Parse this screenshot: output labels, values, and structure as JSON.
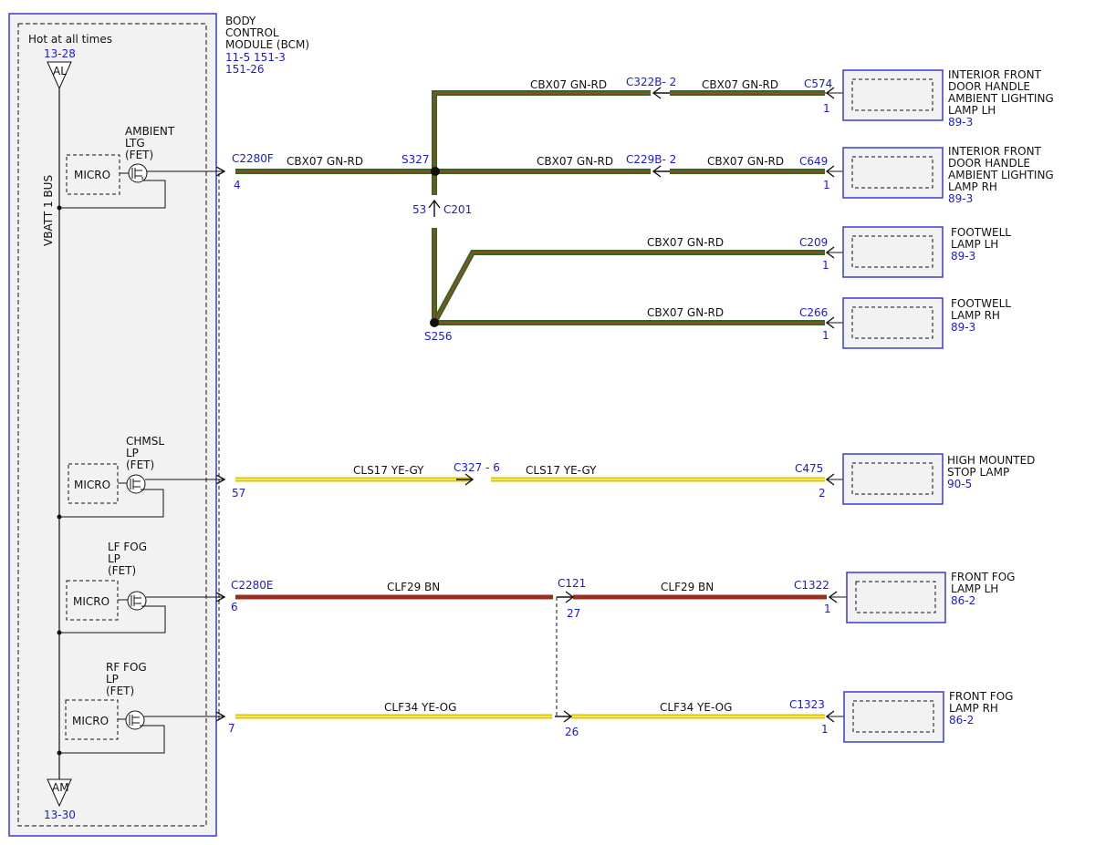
{
  "module": {
    "title_lines": [
      "BODY",
      "CONTROL",
      "MODULE (BCM)"
    ],
    "refs": [
      "11-5  151-3",
      "151-26"
    ],
    "hot_label": "Hot at all times",
    "bus_label": "VBATT 1 BUS",
    "top_ref": "13-28",
    "top_tag": "AL",
    "bottom_ref": "13-30",
    "bottom_tag": "AM"
  },
  "fets": [
    {
      "label_lines": [
        "AMBIENT",
        "LTG",
        "(FET)"
      ],
      "micro": "MICRO"
    },
    {
      "label_lines": [
        "CHMSL",
        "LP",
        "(FET)"
      ],
      "micro": "MICRO"
    },
    {
      "label_lines": [
        "LF FOG",
        "LP",
        "(FET)"
      ],
      "micro": "MICRO"
    },
    {
      "label_lines": [
        "RF FOG",
        "LP",
        "(FET)"
      ],
      "micro": "MICRO"
    }
  ],
  "connectors": {
    "c2280f": "C2280F",
    "c2280f_pin": "4",
    "c2280e": "C2280E",
    "c2280e_pin": "6",
    "pin57": "57",
    "pin7": "7",
    "s327": "S327",
    "s256": "S256",
    "c201": "C201",
    "c201_pin": "53",
    "c322b": "C322B- 2",
    "c229b": "C229B- 2",
    "c327": "C327 - 6",
    "c121": "C121",
    "c121_pin27": "27",
    "c121_pin26": "26",
    "c574": "C574",
    "c574_pin": "1",
    "c649": "C649",
    "c649_pin": "1",
    "c209": "C209",
    "c209_pin": "1",
    "c266": "C266",
    "c266_pin": "1",
    "c475": "C475",
    "c475_pin": "2",
    "c1322": "C1322",
    "c1322_pin": "1",
    "c1323": "C1323",
    "c1323_pin": "1"
  },
  "wires": {
    "w_bcm_s327": "CBX07  GN-RD",
    "w_c322b_left": "CBX07  GN-RD",
    "w_c322b_right": "CBX07  GN-RD",
    "w_c229b_left": "CBX07  GN-RD",
    "w_c229b_right": "CBX07  GN-RD",
    "w_c209": "CBX07  GN-RD",
    "w_c266": "CBX07  GN-RD",
    "w_cls_left": "CLS17  YE-GY",
    "w_cls_right": "CLS17  YE-GY",
    "w_clf29_left": "CLF29  BN",
    "w_clf29_right": "CLF29  BN",
    "w_clf34_left": "CLF34  YE-OG",
    "w_clf34_right": "CLF34  YE-OG"
  },
  "loads": [
    {
      "name_lines": [
        "INTERIOR FRONT",
        "DOOR HANDLE",
        "AMBIENT LIGHTING",
        "LAMP LH"
      ],
      "ref": "89-3"
    },
    {
      "name_lines": [
        "INTERIOR FRONT",
        "DOOR HANDLE",
        "AMBIENT LIGHTING",
        "LAMP RH"
      ],
      "ref": "89-3"
    },
    {
      "name_lines": [
        "FOOTWELL",
        "LAMP LH"
      ],
      "ref": "89-3"
    },
    {
      "name_lines": [
        "FOOTWELL",
        "LAMP RH"
      ],
      "ref": "89-3"
    },
    {
      "name_lines": [
        "HIGH MOUNTED",
        "STOP LAMP"
      ],
      "ref": "90-5"
    },
    {
      "name_lines": [
        "FRONT FOG",
        "LAMP LH"
      ],
      "ref": "86-2"
    },
    {
      "name_lines": [
        "FRONT FOG",
        "LAMP RH"
      ],
      "ref": "86-2"
    }
  ],
  "colors": {
    "gn_rd_base": "#2f6b1f",
    "gn_rd_stripe": "#c0392b",
    "ye_base": "#d8c400",
    "ye_stripe": "#fff59d",
    "bn": "#9b2d20",
    "outline_blue": "#3b3bd6",
    "panel_fill": "#f2f2f2"
  }
}
